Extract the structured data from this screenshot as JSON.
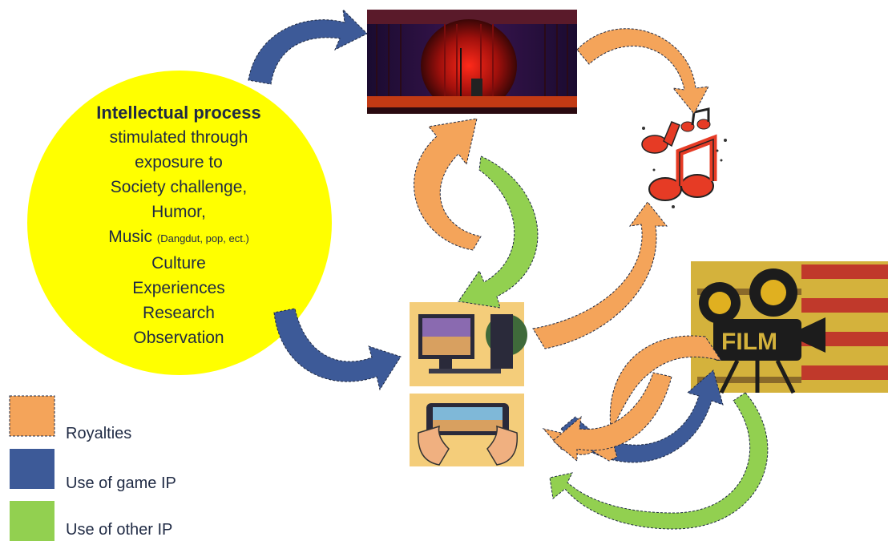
{
  "intellectual_process": {
    "title": "Intellectual process",
    "lines": [
      "stimulated through",
      "exposure to",
      "Society challenge,",
      "Humor,"
    ],
    "music_label": "Music",
    "music_note": "(Dangdut, pop, ect.)",
    "lines_after": [
      "Culture",
      "Experiences",
      "Research",
      "Observation"
    ]
  },
  "film_sign": "FILM",
  "legend": [
    {
      "label": "Royalties",
      "color": "#f4a45a"
    },
    {
      "label": "Use of game IP",
      "color": "#3d5a98"
    },
    {
      "label": "Use of other IP",
      "color": "#92d050"
    }
  ],
  "colors": {
    "circle": "#ffff00",
    "royalties": "#f4a45a",
    "game_ip": "#3d5a98",
    "other_ip": "#92d050"
  },
  "icons": [
    "theater-stage-icon",
    "music-notes-icon",
    "film-camera-icon",
    "computer-game-icon",
    "mobile-game-icon"
  ]
}
